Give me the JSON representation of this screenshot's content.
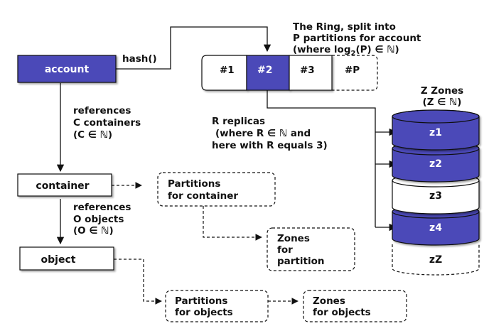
{
  "nodes": {
    "account": "account",
    "container": "container",
    "object": "object"
  },
  "edges": {
    "hash": "hash()"
  },
  "ring": {
    "caption": [
      "The Ring, split into",
      "P partitions for account",
      "(where log",
      "2",
      "(P) ∈ ℕ)"
    ],
    "partitions": [
      "#1",
      "#2",
      "#3",
      "#P"
    ],
    "selected_index": 1
  },
  "annotations": {
    "references_containers": [
      "references",
      "C containers",
      "(C ∈ ℕ)"
    ],
    "references_objects": [
      "references",
      "O objects",
      "(O ∈ ℕ)"
    ],
    "replicas": [
      "R replicas",
      "(where R ∈ ℕ and",
      "here with R equals 3)"
    ]
  },
  "zones": {
    "title": "Z Zones",
    "subtitle": "(Z ∈ ℕ)",
    "items": [
      {
        "label": "z1",
        "selected": true
      },
      {
        "label": "z2",
        "selected": true
      },
      {
        "label": "z3",
        "selected": false
      },
      {
        "label": "z4",
        "selected": true
      },
      {
        "label": "zZ",
        "selected": false,
        "dashed": true
      }
    ]
  },
  "boxes": {
    "partitions_container": [
      "Partitions",
      "for container"
    ],
    "zones_partition": [
      "Zones",
      "for",
      "partition"
    ],
    "partitions_objects": [
      "Partitions",
      "for objects"
    ],
    "zones_objects": [
      "Zones",
      "for objects"
    ]
  },
  "colors": {
    "selected_fill": "#4b49b8",
    "outline": "#111111",
    "white": "#ffffff"
  }
}
